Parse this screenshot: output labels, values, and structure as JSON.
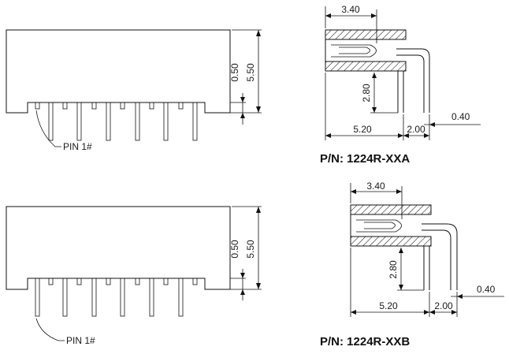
{
  "top": {
    "dim_height_total": "5.50",
    "dim_height_small": "0.50",
    "pin_label": "PIN 1#",
    "side_dim_width": "3.40",
    "side_dim_pin_height": "2.80",
    "side_dim_depth": "5.20",
    "side_dim_pitch": "2.00",
    "side_dim_pin_dia": "0.40",
    "part_number": "P/N: 1224R-XXA"
  },
  "bottom": {
    "dim_height_total": "5.50",
    "dim_height_small": "0.50",
    "pin_label": "PIN 1#",
    "side_dim_width": "3.40",
    "side_dim_pin_height": "2.80",
    "side_dim_depth": "5.20",
    "side_dim_pitch": "2.00",
    "side_dim_pin_dia": "0.40",
    "part_number": "P/N: 1224R-XXB"
  }
}
